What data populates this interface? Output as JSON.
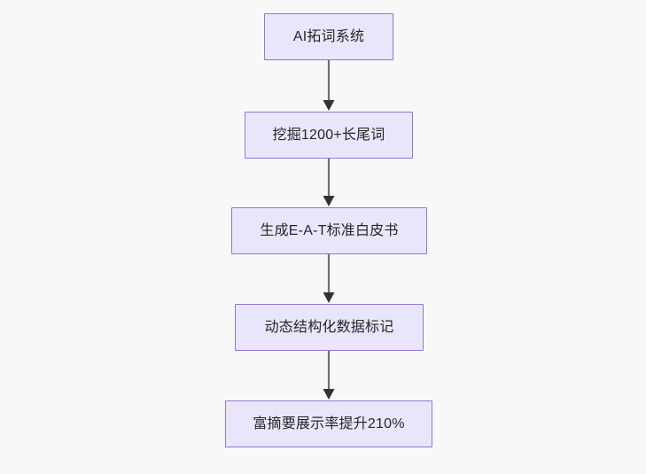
{
  "diagram": {
    "type": "flowchart",
    "direction": "top-to-bottom",
    "background_color": "#f8f8f9",
    "node_fill_color": "#e9e6fb",
    "node_border_color": "#9673d3",
    "node_text_color": "#262626",
    "edge_line_color": "#707070",
    "edge_arrow_color": "#333333",
    "nodes": [
      {
        "id": "n1",
        "label": "AI拓词系统"
      },
      {
        "id": "n2",
        "label": "挖掘1200+长尾词"
      },
      {
        "id": "n3",
        "label": "生成E-A-T标准白皮书"
      },
      {
        "id": "n4",
        "label": "动态结构化数据标记"
      },
      {
        "id": "n5",
        "label": "富摘要展示率提升210%"
      }
    ],
    "edges": [
      {
        "id": "e1",
        "from": "n1",
        "to": "n2",
        "label": ""
      },
      {
        "id": "e2",
        "from": "n2",
        "to": "n3",
        "label": ""
      },
      {
        "id": "e3",
        "from": "n3",
        "to": "n4",
        "label": ""
      },
      {
        "id": "e4",
        "from": "n4",
        "to": "n5",
        "label": ""
      }
    ]
  }
}
